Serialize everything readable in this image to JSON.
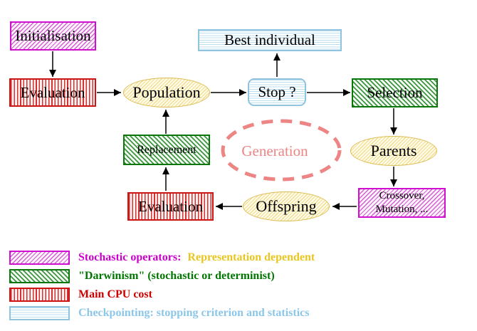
{
  "nodes": {
    "initialisation": {
      "label": "Initialisation"
    },
    "evaluation_top": {
      "label": "Evaluation"
    },
    "population": {
      "label": "Population"
    },
    "best_individual": {
      "label": "Best individual"
    },
    "stop": {
      "label": "Stop ?"
    },
    "selection": {
      "label": "Selection"
    },
    "parents": {
      "label": "Parents"
    },
    "crossover_mutation": {
      "line1": "Crossover,",
      "line2": "Mutation, ..."
    },
    "offspring": {
      "label": "Offspring"
    },
    "evaluation_bottom": {
      "label": "Evaluation"
    },
    "replacement": {
      "label": "Replacement"
    },
    "generation": {
      "label": "Generation"
    }
  },
  "legend": {
    "items": [
      {
        "pattern": "magenta-hatch",
        "segments": [
          {
            "text": "Stochastic operators:",
            "color": "#cc00cc"
          },
          {
            "text": "Representation dependent",
            "color": "#e9c61f"
          }
        ]
      },
      {
        "pattern": "green-hatch",
        "segments": [
          {
            "text": "\"Darwinism\" (stochastic or determinist)",
            "color": "#007700"
          }
        ]
      },
      {
        "pattern": "red-vertical-stripes",
        "segments": [
          {
            "text": "Main CPU cost",
            "color": "#cc0000"
          }
        ]
      },
      {
        "pattern": "cyan-horizontal-lines",
        "segments": [
          {
            "text": "Checkpointing: stopping criterion and statistics",
            "color": "#8cc6e8"
          }
        ]
      }
    ]
  },
  "colors": {
    "magenta": "#cf10cf",
    "green": "#0b770b",
    "red": "#cf1414",
    "cyan_border": "#8fc3de",
    "yellow_border": "#dcbc52",
    "salmon": "#ee8585",
    "gold_text": "#e9c61f",
    "arrow": "#000000",
    "background": "#ffffff"
  }
}
